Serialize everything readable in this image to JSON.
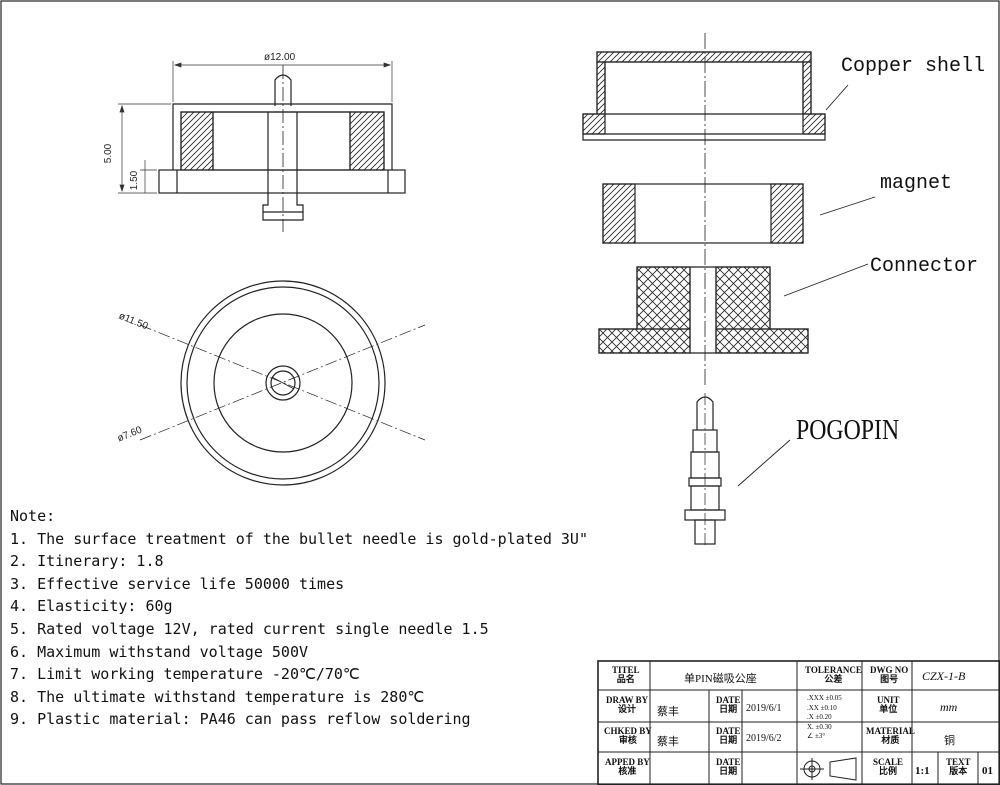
{
  "dimensions": {
    "dia_top": "ø12.00",
    "height_total": "5.00",
    "height_base": "1.50",
    "dia_outer": "ø11.50",
    "dia_inner": "ø7.60"
  },
  "callouts": {
    "copper_shell": "Copper shell",
    "magnet": "magnet",
    "connector": "Connector",
    "pogopin": "POGOPIN"
  },
  "notes": {
    "heading": "Note:",
    "items": [
      "1. The surface treatment of the bullet needle is gold-plated 3U\"",
      "2. Itinerary: 1.8",
      "3. Effective service life 50000 times",
      "4. Elasticity: 60g",
      "5. Rated voltage 12V, rated current single needle 1.5",
      "6. Maximum withstand voltage 500V",
      "7. Limit working temperature -20℃/70℃",
      "8. The ultimate withstand temperature is 280℃",
      "9. Plastic material: PA46 can pass reflow soldering"
    ]
  },
  "title_block": {
    "title_label": [
      "TITEL",
      "品名"
    ],
    "title_value": "单PIN磁吸公座",
    "drawn_label": [
      "DRAW BY",
      "设计"
    ],
    "drawn_value": "蔡丰",
    "date_label": [
      "DATE",
      "日期"
    ],
    "drawn_date": "2019/6/1",
    "checked_label": [
      "CHKED BY",
      "审核"
    ],
    "checked_value": "蔡丰",
    "checked_date_label": [
      "DATE",
      "日期"
    ],
    "checked_date": "2019/6/2",
    "approved_label": [
      "APPED BY",
      "核准"
    ],
    "approved_date_label": [
      "DATE",
      "日期"
    ],
    "tolerance_label": [
      "TOLERANCE",
      "公差"
    ],
    "tolerances": [
      ".XXX ±0.05",
      ".XX ±0.10",
      ".X ±0.20",
      "X. ±0.30",
      "∠ ±3°"
    ],
    "dwg_label": [
      "DWG NO",
      "图号"
    ],
    "dwg_value": "CZX-1-B",
    "unit_label": [
      "UNIT",
      "单位"
    ],
    "unit_value": "mm",
    "material_label": [
      "MATERIAL",
      "材质"
    ],
    "material_value": "铜",
    "scale_label": [
      "SCALE",
      "比例"
    ],
    "scale_value": "1:1",
    "text_label": [
      "TEXT",
      "版本"
    ],
    "text_value": "01"
  }
}
